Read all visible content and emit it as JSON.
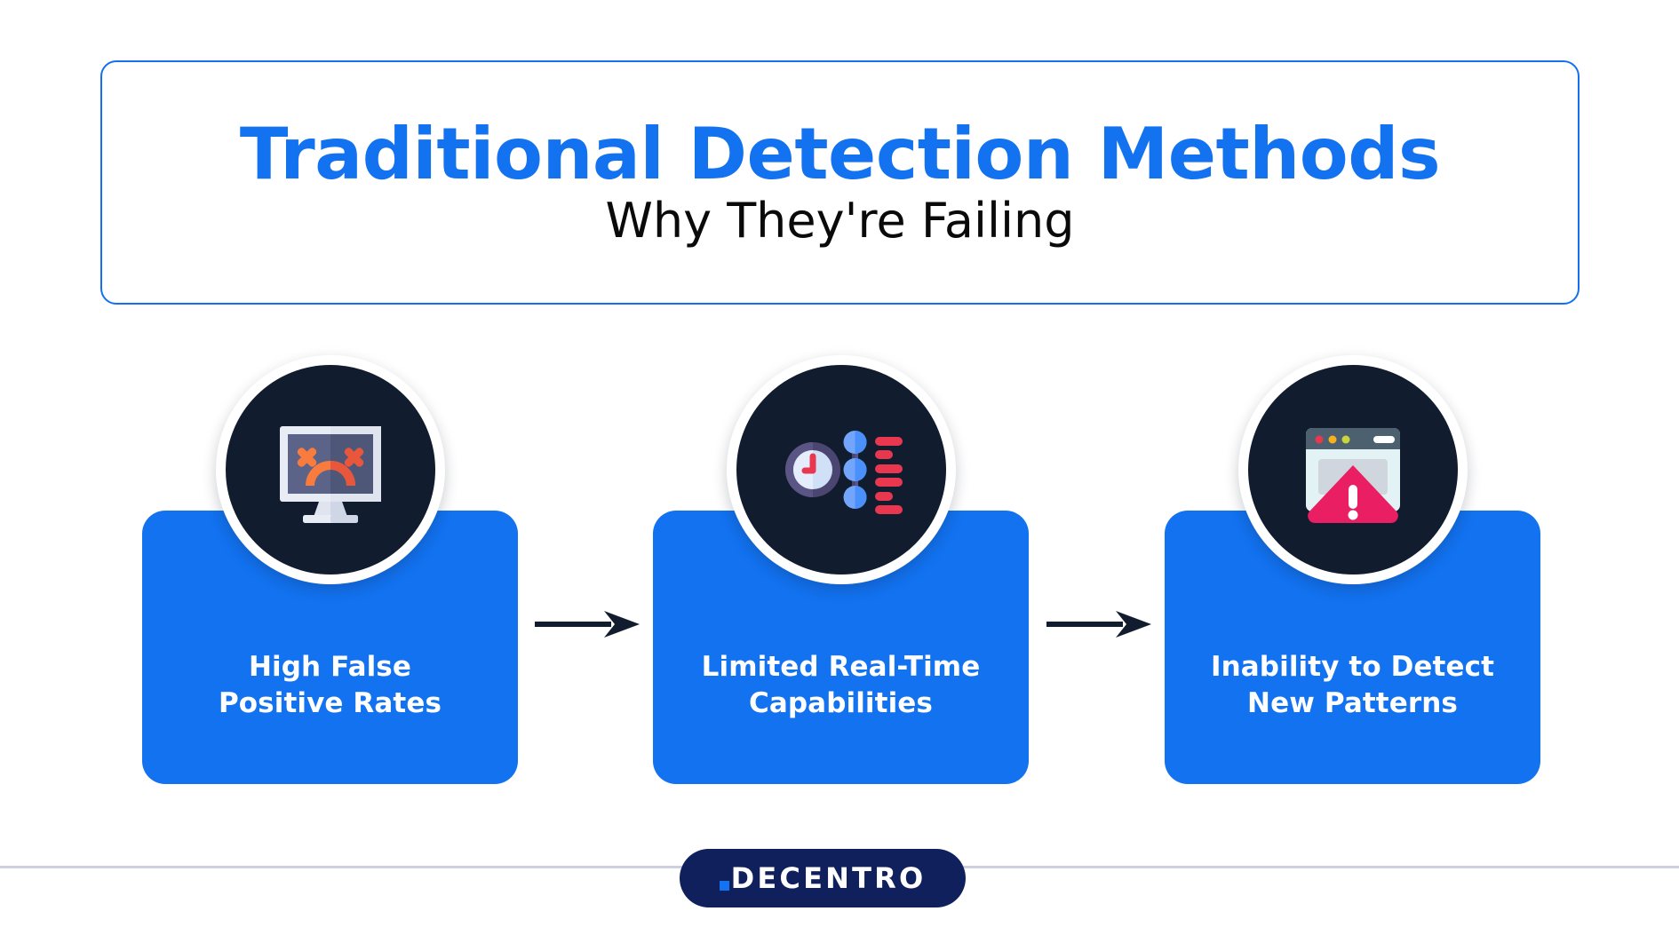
{
  "header": {
    "title": "Traditional Detection Methods",
    "subtitle": "Why They're Failing",
    "title_color": "#1272f0",
    "subtitle_color": "#0a0a0a",
    "border_color": "#1570ef"
  },
  "theme": {
    "card_blue": "#1272f0",
    "badge_navy": "#111d2e",
    "arrow_navy": "#111d2e",
    "page_background": "#ffffff",
    "divider": "#ccd0e0",
    "logo_navy": "#10205c",
    "accent_orange": "#f97b3d",
    "accent_red": "#e8374f",
    "accent_pink": "#e91e63"
  },
  "flow": {
    "steps": [
      {
        "id": "step-1",
        "label": "High False\nPositive Rates",
        "label_line1": "High False",
        "label_line2": "Positive Rates",
        "icon": "monitor-sad-face-icon"
      },
      {
        "id": "step-2",
        "label": "Limited Real-Time\nCapabilities",
        "label_line1": "Limited Real-Time",
        "label_line2": "Capabilities",
        "icon": "clock-timeline-icon"
      },
      {
        "id": "step-3",
        "label": "Inability to Detect\nNew Patterns",
        "label_line1": "Inability to Detect",
        "label_line2": "New Patterns",
        "icon": "browser-warning-icon"
      }
    ],
    "connectors": [
      {
        "id": "arrow-1",
        "icon": "arrow-right-icon"
      },
      {
        "id": "arrow-2",
        "icon": "arrow-right-icon"
      }
    ]
  },
  "footer": {
    "brand": "DECENTRO",
    "brand_mark": "brand-dot"
  }
}
